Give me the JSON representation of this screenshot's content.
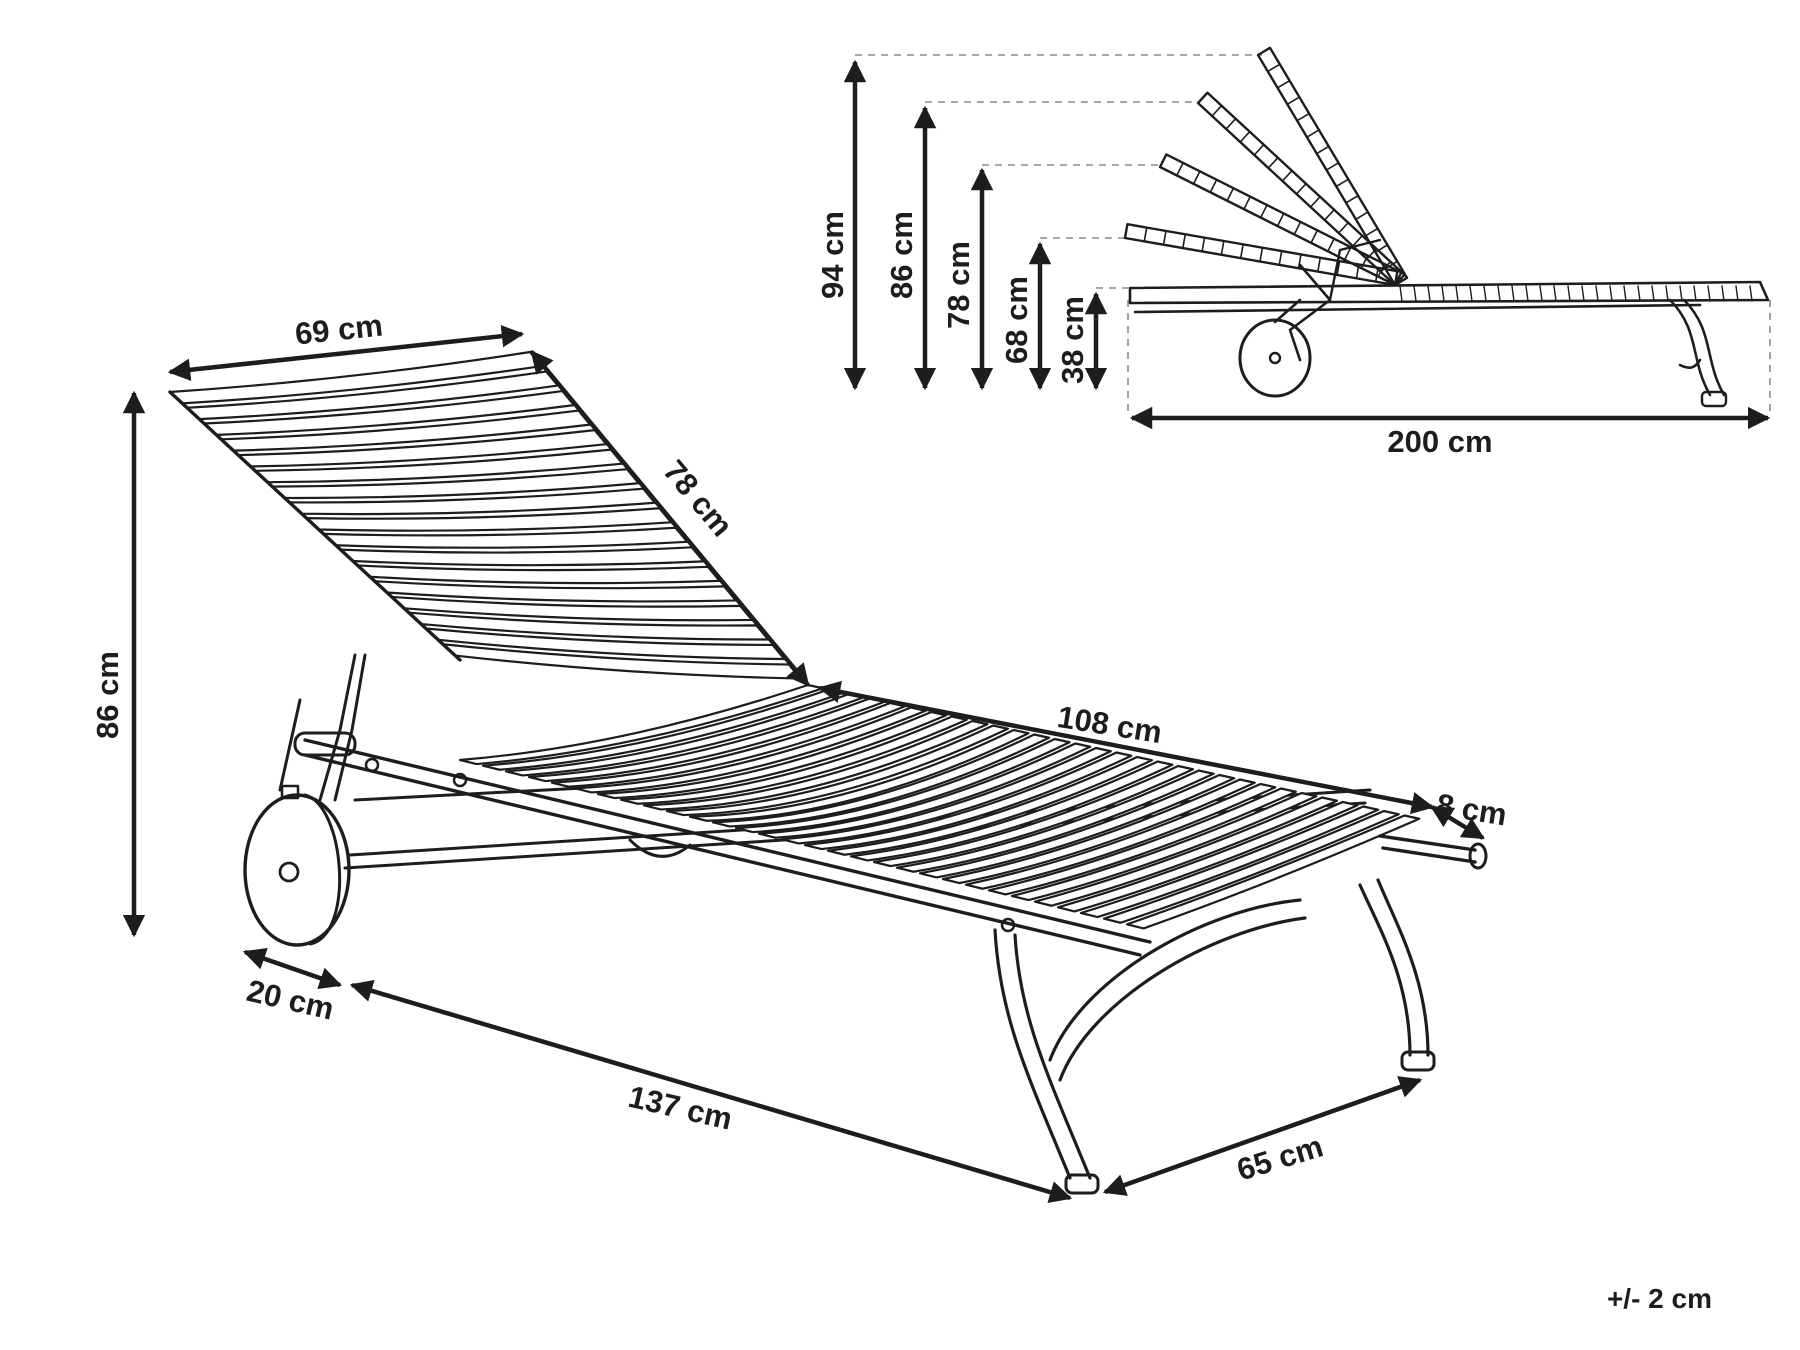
{
  "main_view": {
    "backrest_width": "69 cm",
    "backrest_length": "78 cm",
    "overall_height": "86 cm",
    "seat_length": "108 cm",
    "frame_end": "8 cm",
    "wheel_offset": "20 cm",
    "base_length": "137 cm",
    "leg_width": "65 cm"
  },
  "side_view": {
    "heights": [
      "94 cm",
      "86 cm",
      "78 cm",
      "68 cm",
      "38 cm"
    ],
    "total_length": "200 cm"
  },
  "tolerance": "+/- 2 cm",
  "colors": {
    "line": "#1d1d1b",
    "guide": "#8a8a8a",
    "background": "#ffffff"
  }
}
